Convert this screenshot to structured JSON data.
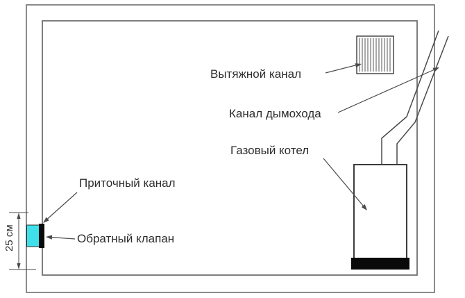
{
  "diagram": {
    "labels": {
      "exhaust_duct": "Вытяжной канал",
      "chimney_duct": "Канал дымохода",
      "gas_boiler": "Газовый котел",
      "supply_duct": "Приточный канал",
      "check_valve": "Обратный клапан"
    },
    "dimension": {
      "text": "25 см"
    },
    "colors": {
      "background": "#ffffff",
      "line": "#4a4a4a",
      "label_text": "#2d2d2d",
      "supply_duct_fill": "#3fe0ea",
      "check_valve_fill": "#0a0a0a",
      "boiler_base_fill": "#0a0a0a"
    }
  }
}
